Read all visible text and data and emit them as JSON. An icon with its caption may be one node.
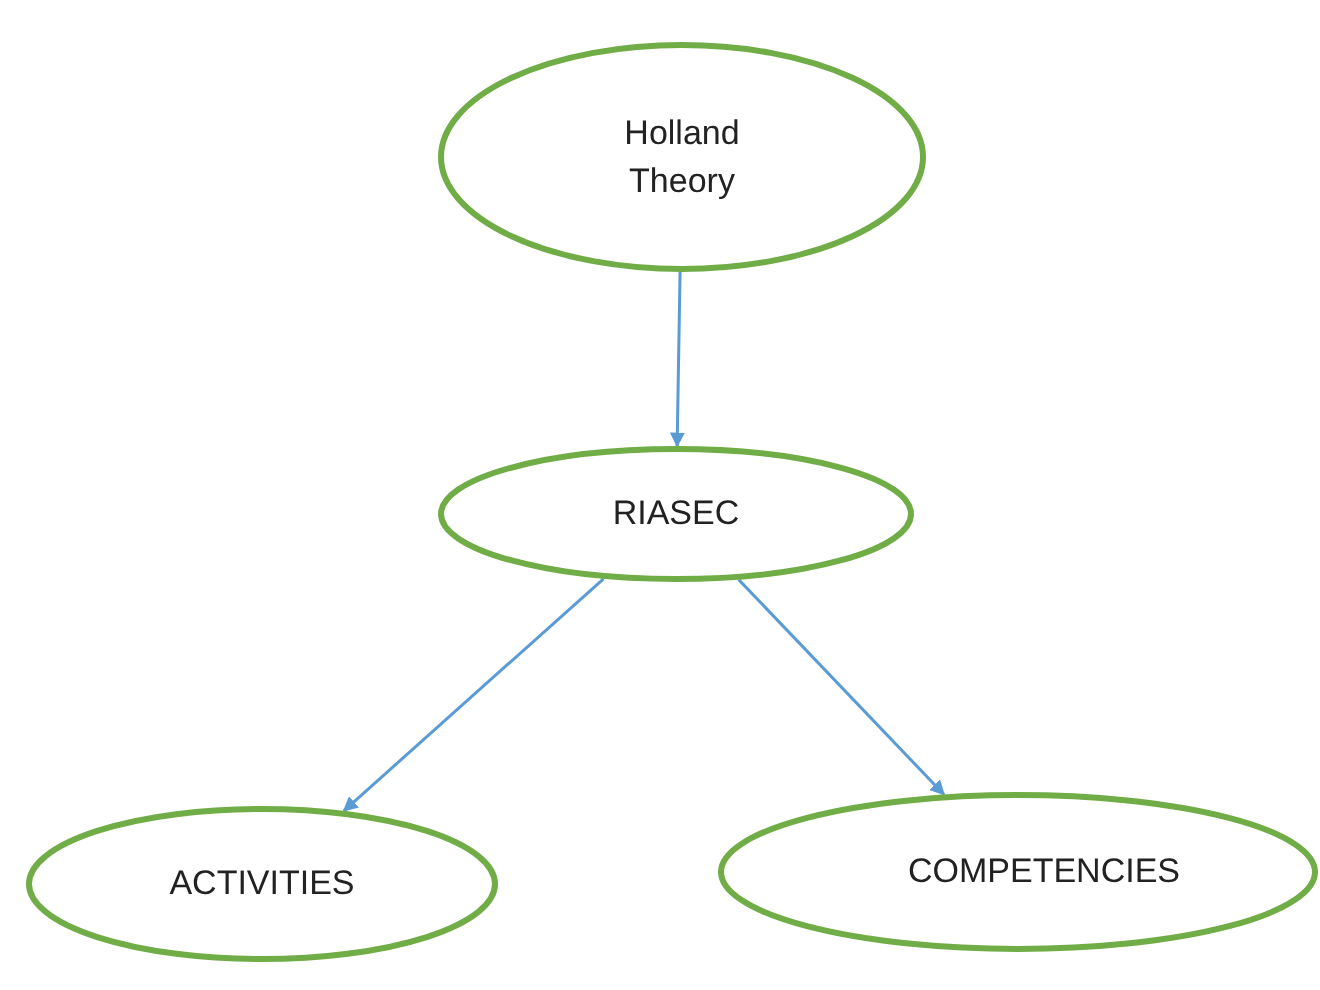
{
  "diagram": {
    "nodes": [
      {
        "text": [
          "Holland Theory"
        ]
      },
      {
        "text": [
          "RIASEC"
        ]
      },
      {
        "text": [
          "ACTIVITIES"
        ]
      },
      {
        "text": [
          "COMPETENCIES"
        ]
      }
    ],
    "edges": [
      {
        "from": 0,
        "to": 1,
        "arrow": "to"
      },
      {
        "from": 1,
        "to": 2,
        "arrow": "to"
      },
      {
        "from": 1,
        "to": 3,
        "arrow": "to"
      }
    ]
  }
}
